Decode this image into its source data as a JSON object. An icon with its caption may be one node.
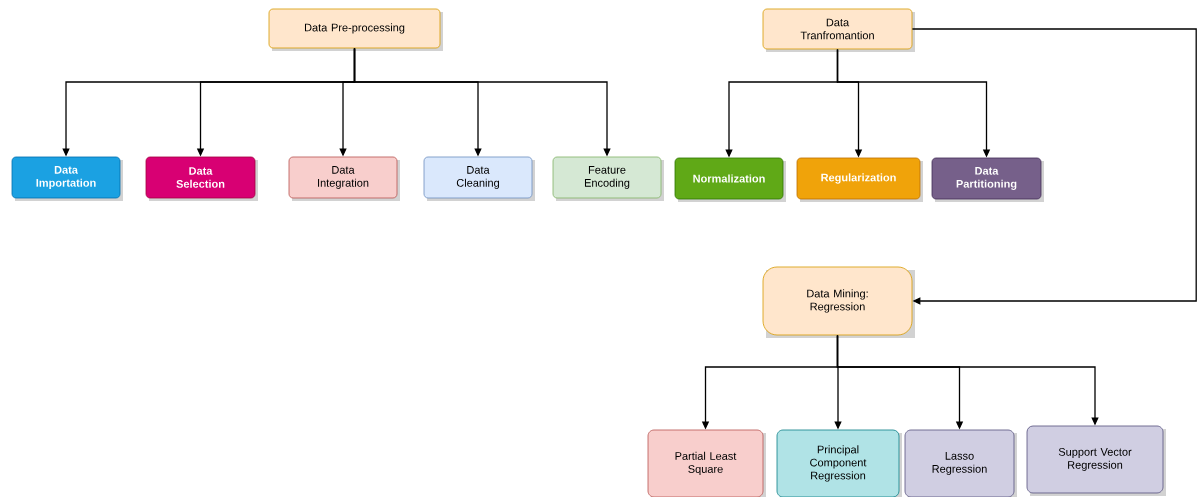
{
  "diagram": {
    "nodes": [
      {
        "text": [
          "Data Pre-processing"
        ]
      },
      {
        "text": [
          "Data Importation"
        ]
      },
      {
        "text": [
          "Data Selection"
        ]
      },
      {
        "text": [
          "Data Integration"
        ]
      },
      {
        "text": [
          "Data Cleaning"
        ]
      },
      {
        "text": [
          "Feature Encoding"
        ]
      },
      {
        "text": [
          "Data Tranfromantion"
        ]
      },
      {
        "text": [
          "Normalization"
        ]
      },
      {
        "text": [
          "Regularization"
        ]
      },
      {
        "text": [
          "Data Partitioning"
        ]
      },
      {
        "text": [
          "Data Mining: Regression"
        ]
      },
      {
        "text": [
          "Partial Least Square"
        ]
      },
      {
        "text": [
          "Principal Component Regression"
        ]
      },
      {
        "text": [
          "Lasso Regression"
        ]
      },
      {
        "text": [
          "Support Vector Regression"
        ]
      }
    ],
    "edges": [
      {
        "from": 0,
        "to": 1,
        "arrow": "to"
      },
      {
        "from": 0,
        "to": 2,
        "arrow": "to"
      },
      {
        "from": 0,
        "to": 3,
        "arrow": "to"
      },
      {
        "from": 0,
        "to": 4,
        "arrow": "to"
      },
      {
        "from": 0,
        "to": 5,
        "arrow": "to"
      },
      {
        "from": 6,
        "to": 7,
        "arrow": "to"
      },
      {
        "from": 6,
        "to": 8,
        "arrow": "to"
      },
      {
        "from": 6,
        "to": 9,
        "arrow": "to"
      },
      {
        "from": 6,
        "to": 10,
        "arrow": "to"
      },
      {
        "from": 10,
        "to": 11,
        "arrow": "to"
      },
      {
        "from": 10,
        "to": 12,
        "arrow": "to"
      },
      {
        "from": 10,
        "to": 13,
        "arrow": "to"
      },
      {
        "from": 10,
        "to": 14,
        "arrow": "to"
      }
    ]
  }
}
